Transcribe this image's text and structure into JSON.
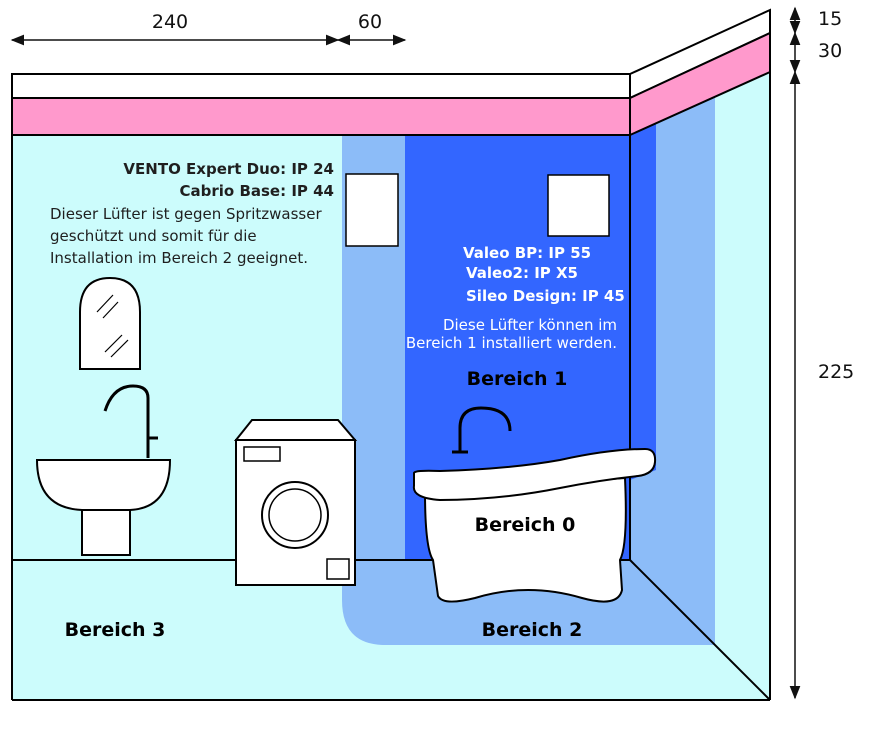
{
  "dimensions": {
    "width_left": "240",
    "width_right": "60",
    "height_top": "15",
    "height_mid": "30",
    "height_main": "225"
  },
  "notes": {
    "left": {
      "line1": "VENTO Expert Duo: IP 24",
      "line2": "Cabrio Base: IP 44",
      "text1": "Dieser Lüfter ist gegen Spritzwasser",
      "text2": "geschützt und somit für die",
      "text3": "Installation im Bereich 2 geeignet."
    },
    "right": {
      "line1": "Valeo BP: IP 55",
      "line2": "Valeo2: IP X5",
      "line3": "Sileo Design: IP 45",
      "text1": "Diese Lüfter können im",
      "text2": "Bereich 1 installiert werden."
    }
  },
  "zones": {
    "zone0": "Bereich 0",
    "zone1": "Bereich 1",
    "zone2": "Bereich 2",
    "zone3": "Bereich 3"
  },
  "colors": {
    "wall": "#ccfcfc",
    "ceiling_pink": "#ff99cc",
    "zone1_blue": "#3366ff",
    "zone2_blue": "#8cbcf8"
  }
}
